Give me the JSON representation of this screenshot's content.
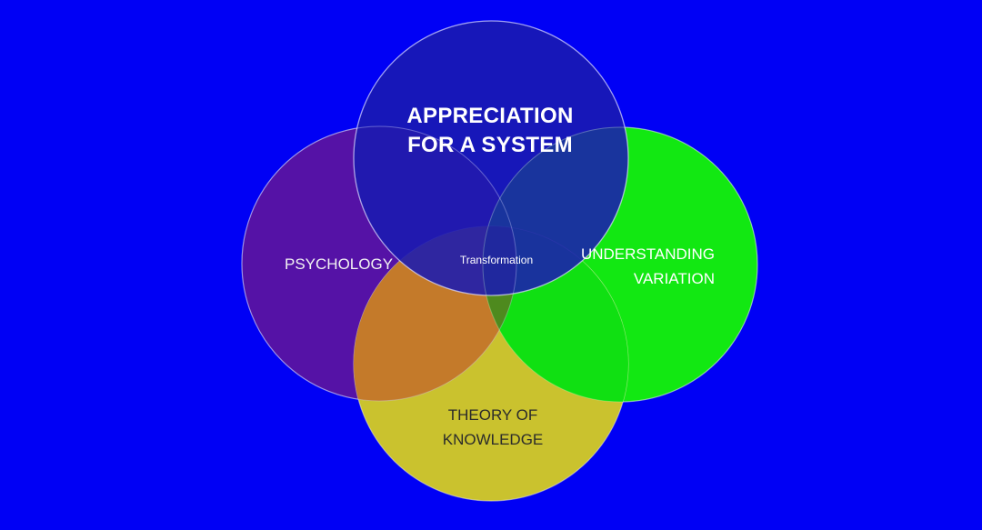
{
  "diagram": {
    "type": "venn",
    "circles": [
      {
        "id": "system",
        "label_lines": [
          "APPRECIATION",
          "FOR A SYSTEM"
        ],
        "color": "#1010b8"
      },
      {
        "id": "psychology",
        "label_lines": [
          "PSYCHOLOGY"
        ],
        "color": "#5512a6"
      },
      {
        "id": "variation",
        "label_lines": [
          "UNDERSTANDING",
          "VARIATION"
        ],
        "color": "#12e812"
      },
      {
        "id": "knowledge",
        "label_lines": [
          "THEORY OF",
          "KNOWLEDGE"
        ],
        "color": "#cac22e"
      }
    ],
    "center_label": "Transformation"
  },
  "colors": {
    "background": "#0000f5",
    "outline": "#ffffff",
    "overlap_psych_knowledge": "#c47a2a"
  }
}
